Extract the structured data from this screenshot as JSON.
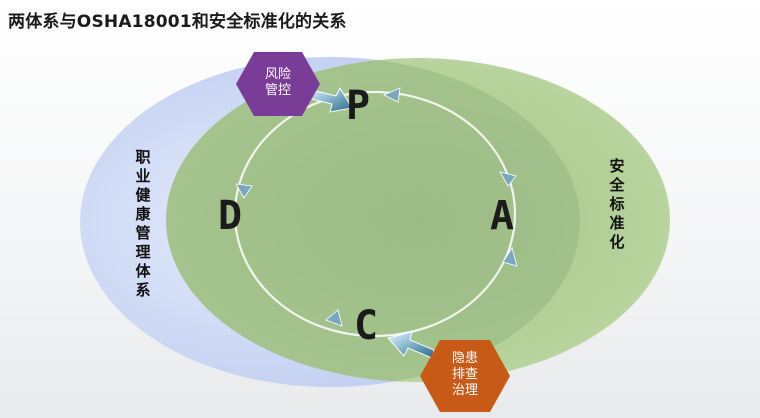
{
  "title": "两体系与OSHA18001和安全标准化的关系",
  "left_system": "职业健康管理体系",
  "right_system": "安全标准化",
  "cycle": {
    "p": "P",
    "d": "D",
    "c": "C",
    "a": "A"
  },
  "hex_top": {
    "line1": "风险",
    "line2": "管控",
    "color": "#7a3d97"
  },
  "hex_bottom": {
    "line1": "隐患",
    "line2": "排查",
    "line3": "治理",
    "color": "#c85a17"
  },
  "colors": {
    "left_ellipse": "#c9d6f1",
    "right_ellipse": "#b7d39a",
    "overlap": "#9fbf8a"
  }
}
